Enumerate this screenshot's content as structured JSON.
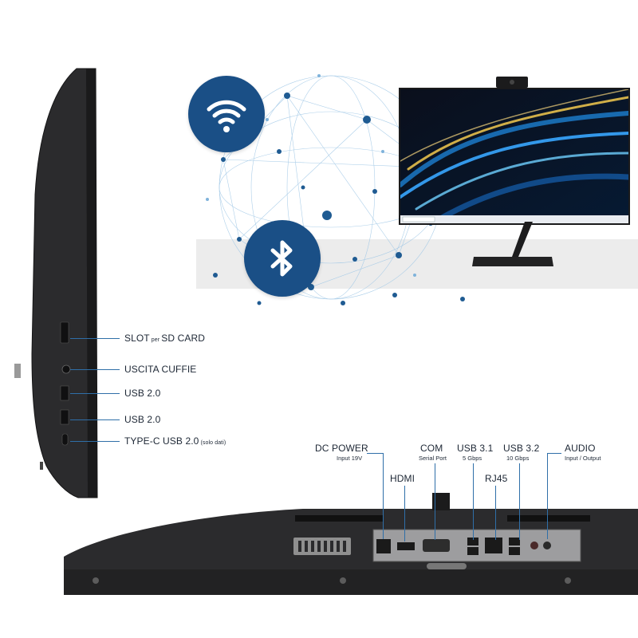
{
  "side_ports": [
    {
      "main": "SLOT",
      "small": " per ",
      "rest": "SD CARD",
      "id": "sd-card-slot"
    },
    {
      "main": "USCITA CUFFIE",
      "small": "",
      "rest": "",
      "id": "headphone-out"
    },
    {
      "main": "USB 2.0",
      "small": "",
      "rest": "",
      "id": "usb20-a"
    },
    {
      "main": "USB 2.0",
      "small": "",
      "rest": "",
      "id": "usb20-b"
    },
    {
      "main": "TYPE-C USB 2.0",
      "small": " (solo dati)",
      "rest": "",
      "id": "typec-usb20"
    }
  ],
  "rear_ports": {
    "dc_power": {
      "label": "DC POWER",
      "sub": "Input 19V"
    },
    "hdmi": {
      "label": "HDMI"
    },
    "com": {
      "label": "COM",
      "sub": "Serial Port"
    },
    "usb31": {
      "label": "USB 3.1",
      "sub": "5 Gbps"
    },
    "rj45": {
      "label": "RJ45"
    },
    "usb32": {
      "label": "USB 3.2",
      "sub": "10 Gbps"
    },
    "audio": {
      "label": "AUDIO",
      "sub": "Input / Output"
    }
  },
  "icons": {
    "wifi": "wifi-icon",
    "bluetooth": "bluetooth-icon"
  },
  "colors": {
    "accent": "#1a4f86",
    "line": "#2f6fa8",
    "device": "#2a2a2c",
    "shelf": "#ececec"
  }
}
